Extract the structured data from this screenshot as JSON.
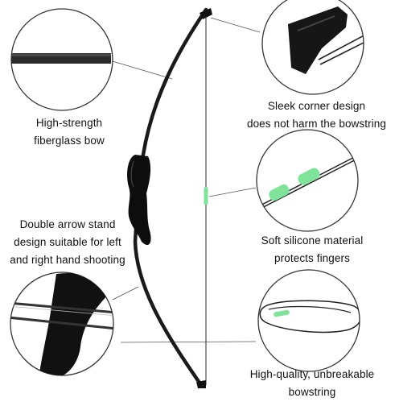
{
  "captions": {
    "fiberglass": [
      "High-strength",
      "fiberglass bow"
    ],
    "corner": [
      "Sleek corner design",
      "does not harm the bowstring"
    ],
    "arrow_stand": [
      "Double arrow stand",
      "design suitable for left",
      "and right hand shooting"
    ],
    "silicone": [
      "Soft silicone material",
      "protects fingers"
    ],
    "bowstring": [
      "High-quality, unbreakable",
      "bowstring"
    ]
  },
  "colors": {
    "bow": "#1a1a1a",
    "grip": "#0d0d0d",
    "silicone": "#7fe39a",
    "circle_outline": "#333333",
    "leader_line": "#555555",
    "string": "#2a2a2a"
  }
}
